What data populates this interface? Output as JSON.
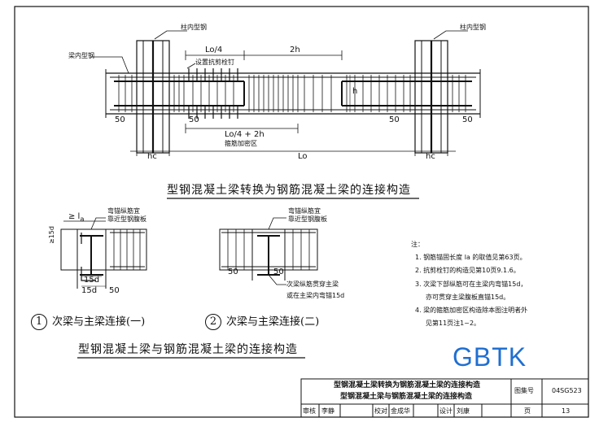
{
  "drawing1": {
    "col_steel_label": "柱内型钢",
    "col_steel_label_right": "柱内型钢",
    "beam_steel_label": "梁内型钢",
    "lo4": "Lo/4",
    "two_h": "2h",
    "shear_stud": "设置抗剪栓钉",
    "h": "h",
    "d50_left": "50",
    "d50_mid": "50",
    "d50_right": "50",
    "d50_right2": "50",
    "lo4_2h": "Lo/4 + 2h",
    "dense_zone": "箍筋加密区",
    "hc_left": "hc",
    "lo": "Lo",
    "hc_right": "hc"
  },
  "title1": "型钢混凝土梁转换为钢筋混凝土梁的连接构造",
  "detail1": {
    "ge_lo": "≥ l",
    "ge_lo_sub": "a",
    "note_a": "弯锚纵筋宜",
    "note_b": "靠近型钢腹板",
    "ge15d": "≥15d",
    "d15": "15d",
    "d15b": "15d",
    "d50": "50",
    "caption_num": "1",
    "caption": "次梁与主梁连接(一)"
  },
  "detail2": {
    "note_a": "弯锚纵筋宜",
    "note_b": "靠近型钢腹板",
    "d50a": "50",
    "d50b": "50",
    "note_c": "次梁纵筋贯穿主梁",
    "note_d": "或在主梁内弯锚15d",
    "caption_num": "2",
    "caption": "次梁与主梁连接(二)"
  },
  "notes": {
    "head": "注：",
    "n1": "1. 钢筋锚固长度 la 的取值见第63页。",
    "n2": "2. 抗剪栓钉的构造见第10页9.1.6。",
    "n3a": "3. 次梁下部纵筋可在主梁内弯锚15d，",
    "n3b": "亦可贯穿主梁腹板直锚15d。",
    "n4a": "4. 梁的箍筋加密区构造除本图注明者外",
    "n4b": "见第11页注1~2。"
  },
  "title2": "型钢混凝土梁与钢筋混凝土梁的连接构造",
  "watermark": "GBTK",
  "title_block": {
    "line1": "型钢混凝土梁转换为钢筋混凝土梁的连接构造",
    "line2": "型钢混凝土梁与钢筋混凝土梁的连接构造",
    "atlas_label": "图集号",
    "atlas_no": "04SG523",
    "review": "审核",
    "reviewer": "李静",
    "check": "校对",
    "checker": "金成华",
    "design": "设计",
    "designer": "刘康",
    "page_label": "页",
    "page_no": "13"
  },
  "colors": {
    "ink": "#111111",
    "watermark": "#1f6fd1"
  }
}
